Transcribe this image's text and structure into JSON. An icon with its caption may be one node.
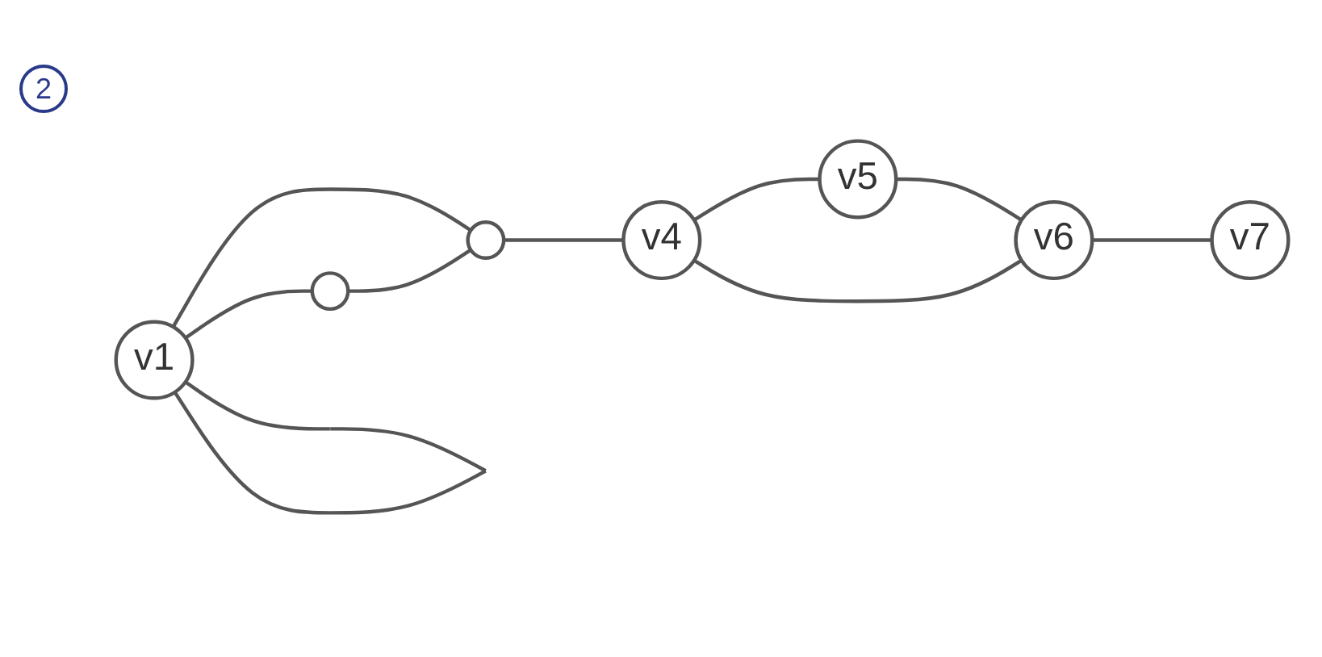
{
  "diagram": {
    "nodes": [
      {
        "text": [
          "v1"
        ]
      },
      {
        "text": [],
        "shape": "circle"
      },
      {
        "text": [
          "v5"
        ]
      },
      {
        "text": [
          "v6"
        ]
      },
      {
        "text": [],
        "shape": "circle"
      },
      {
        "text": [
          "v4"
        ]
      },
      {
        "text": [
          "v7"
        ]
      }
    ],
    "edges": [
      {
        "from": 0,
        "to": 0,
        "arrow": "none"
      },
      {
        "from": 0,
        "to": 1,
        "arrow": "none"
      },
      {
        "from": 0,
        "to": 4,
        "arrow": "none"
      },
      {
        "from": 4,
        "to": 1,
        "arrow": "none"
      },
      {
        "from": 1,
        "to": 5,
        "arrow": "none"
      },
      {
        "from": 5,
        "to": 2,
        "arrow": "none"
      },
      {
        "from": 2,
        "to": 3,
        "arrow": "none"
      },
      {
        "from": 5,
        "to": 3,
        "arrow": "none"
      },
      {
        "from": 3,
        "to": 6,
        "arrow": "none"
      }
    ],
    "labels": [
      "2"
    ]
  }
}
